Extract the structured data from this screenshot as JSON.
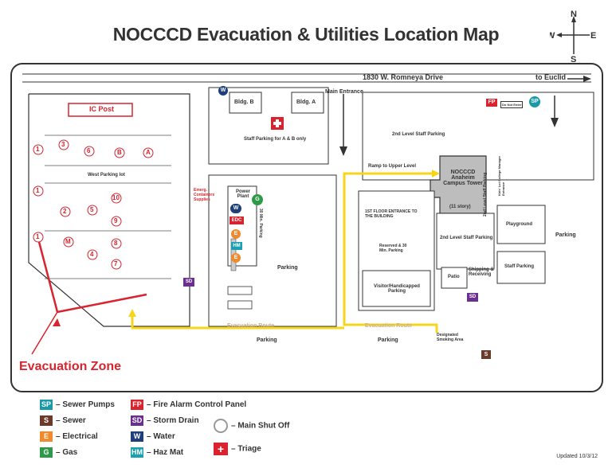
{
  "title": "NOCCCD Evacuation & Utilities Location Map",
  "compass": {
    "n": "N",
    "s": "S",
    "e": "E",
    "w": "W"
  },
  "street": "1830 W. Romneya Drive",
  "to_euclid": "to Euclid",
  "labels": {
    "main_entrance": "Main Entrance",
    "ic_post": "IC Post",
    "west_parking": "West Parking lot",
    "bldg_b": "Bldg. B",
    "bldg_a": "Bldg. A",
    "staff_parking_ab": "Staff Parking for A & B only",
    "second_level_staff": "2nd Level Staff Parking",
    "ramp": "Ramp to Upper Level",
    "tower": "NOCCCD Anaheim Campus Tower",
    "tower_story": "(11 story)",
    "first_floor": "1ST FLOOR ENTRANCE TO THE BUILDING",
    "reserved": "Reserved & 30 Min. Parking",
    "visitor": "Visitor/Handicapped Parking",
    "patio": "Patio",
    "shipping": "Shipping & Receiving",
    "playground": "Playground",
    "staff_parking": "Staff Parking",
    "parking": "Parking",
    "power_plant": "Power Plant",
    "emerg": "Emerg. Containers Supplies",
    "thirty_min": "30 Min. Parking",
    "evac_route": "Evacuation Route",
    "evac_zone": "Evacuation Zone",
    "smoking": "Designated Smoking Area",
    "do_not_enter": "Do Not Enter",
    "second_level_side": "2nd Level Staff Parking",
    "kids": "Kids' Lot College Manager Entrance"
  },
  "markers": {
    "sp": "SP",
    "fp": "FP",
    "w": "W",
    "g": "G",
    "sd": "SD",
    "s": "S",
    "edc": "EDC",
    "e": "E",
    "hm": "HM",
    "left_ones": [
      "1",
      "1",
      "1"
    ],
    "nums": [
      "3",
      "6",
      "B",
      "A",
      "2",
      "5",
      "10",
      "9",
      "M",
      "8",
      "4",
      "7"
    ]
  },
  "legend": [
    {
      "code": "SP",
      "label": "– Sewer Pumps",
      "color": "#1a9aa8"
    },
    {
      "code": "S",
      "label": "– Sewer",
      "color": "#6b3a2a"
    },
    {
      "code": "E",
      "label": "– Electrical",
      "color": "#f08a2c"
    },
    {
      "code": "G",
      "label": "– Gas",
      "color": "#2e9a48"
    },
    {
      "code": "FP",
      "label": "– Fire Alarm Control Panel",
      "color": "#d9232e"
    },
    {
      "code": "SD",
      "label": "– Storm Drain",
      "color": "#6b2f8f"
    },
    {
      "code": "W",
      "label": "– Water",
      "color": "#1f3f7a"
    },
    {
      "code": "HM",
      "label": "– Haz Mat",
      "color": "#1aa0b0"
    },
    {
      "code": "",
      "label": "– Main Shut Off",
      "color": "#888888"
    },
    {
      "code": "+",
      "label": "– Triage",
      "color": "#d9232e"
    }
  ],
  "updated": "Updated 10/3/12"
}
